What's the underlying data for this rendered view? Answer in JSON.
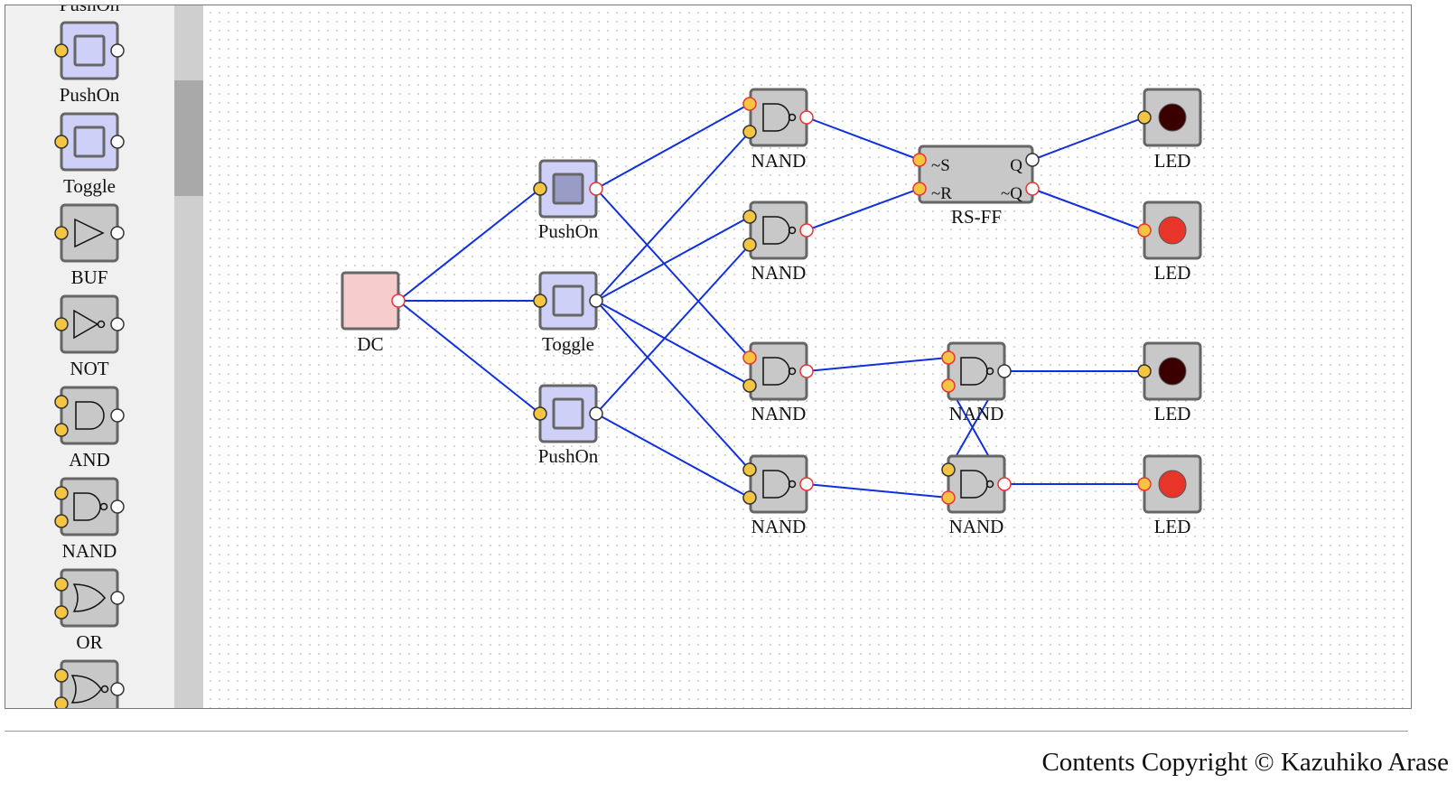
{
  "palette": {
    "items": [
      {
        "label": "PushOn",
        "icon": "pushon-switch-icon"
      },
      {
        "label": "Toggle",
        "icon": "toggle-switch-icon"
      },
      {
        "label": "BUF",
        "icon": "buffer-gate-icon"
      },
      {
        "label": "NOT",
        "icon": "not-gate-icon"
      },
      {
        "label": "AND",
        "icon": "and-gate-icon"
      },
      {
        "label": "NAND",
        "icon": "nand-gate-icon"
      },
      {
        "label": "OR",
        "icon": "or-gate-icon"
      },
      {
        "label": "",
        "icon": "nor-gate-icon"
      }
    ],
    "top_clipped_label": "PushOn"
  },
  "circuit": {
    "dc": {
      "label": "DC"
    },
    "switches": [
      {
        "label": "PushOn",
        "state": "on"
      },
      {
        "label": "Toggle",
        "state": "off"
      },
      {
        "label": "PushOn",
        "state": "off"
      }
    ],
    "nand_gates": [
      "NAND",
      "NAND",
      "NAND",
      "NAND",
      "NAND",
      "NAND"
    ],
    "rsff": {
      "label": "RS-FF",
      "in_s": "~S",
      "in_r": "~R",
      "out_q": "Q",
      "out_nq": "~Q"
    },
    "leds": [
      {
        "label": "LED",
        "state": "off",
        "color": "#3a0000"
      },
      {
        "label": "LED",
        "state": "on",
        "color": "#e8352a"
      },
      {
        "label": "LED",
        "state": "off",
        "color": "#3a0000"
      },
      {
        "label": "LED",
        "state": "on",
        "color": "#e8352a"
      }
    ]
  },
  "colors": {
    "wire": "#1030e0",
    "input_pin": "#f4c542",
    "switch_body": "#cfd0f7",
    "dc_body": "#f7cccc"
  },
  "footer": {
    "copyright": "Contents Copyright © Kazuhiko Arase"
  }
}
